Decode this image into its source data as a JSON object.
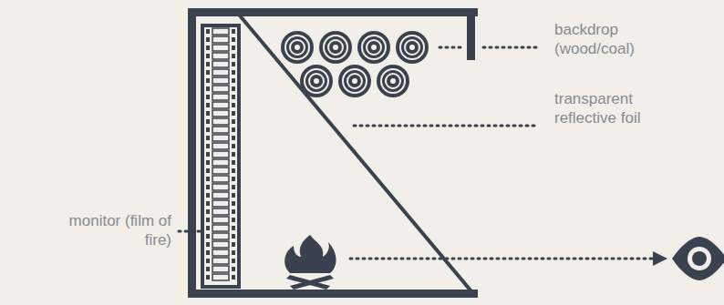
{
  "diagram": {
    "labels": [
      "backdrop (wood/coal)",
      "transparent reflective foil",
      "monitor (film of fire)"
    ]
  }
}
